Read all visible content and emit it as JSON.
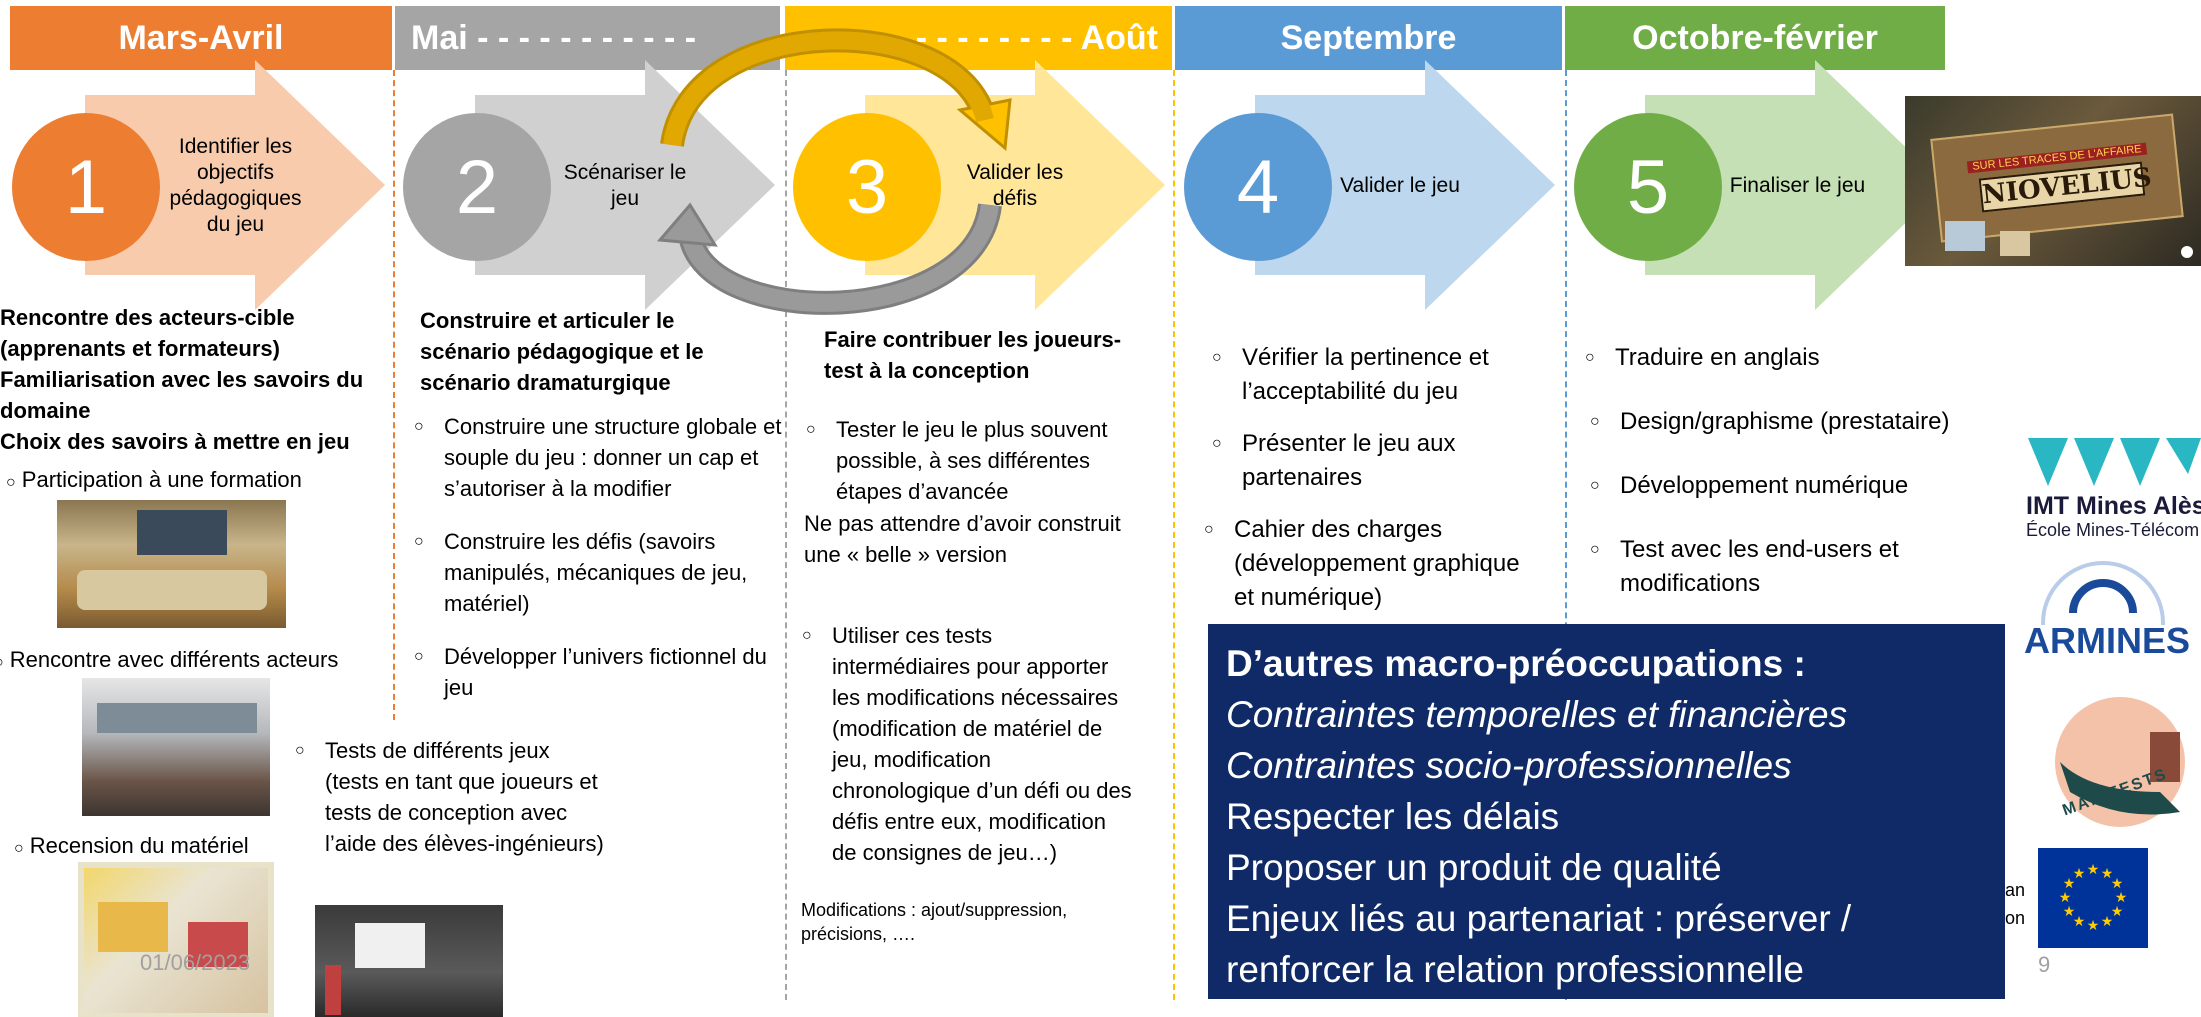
{
  "headers": [
    {
      "label": "Mars-Avril",
      "color": "#ed7d31"
    },
    {
      "label": "Mai - - - - - - - - - - -",
      "color": "#a5a5a5"
    },
    {
      "label": "- - - - - - - - - - - Août",
      "color": "#ffc000"
    },
    {
      "label": "Septembre",
      "color": "#5b9bd5"
    },
    {
      "label": "Octobre-février",
      "color": "#70ad47"
    }
  ],
  "steps": [
    {
      "number": "1",
      "label": "Identifier les objectifs pédagogiques du jeu"
    },
    {
      "number": "2",
      "label": "Scénariser le jeu"
    },
    {
      "number": "3",
      "label": "Valider les défis"
    },
    {
      "number": "4",
      "label": "Valider le jeu"
    },
    {
      "number": "5",
      "label": "Finaliser le jeu"
    }
  ],
  "col1": {
    "bold_lines": [
      "Rencontre des acteurs-cible",
      "(apprenants et formateurs)",
      "Familiarisation avec les savoirs du",
      "domaine",
      "Choix des savoirs à mettre en jeu"
    ],
    "items": [
      "Participation à une formation",
      "Rencontre avec différents acteurs",
      "Recension du matériel"
    ],
    "date_text": "01/06/2023"
  },
  "col2": {
    "bold_lines": [
      "Construire et articuler le",
      "scénario pédagogique et le",
      "scénario dramaturgique"
    ],
    "items": [
      "Construire une structure globale et souple du jeu : donner un cap et s’autoriser à la modifier",
      "Construire les défis (savoirs manipulés, mécaniques de jeu, matériel)",
      "Développer l’univers fictionnel du jeu"
    ],
    "extra_item": "Tests de différents jeux (tests en tant que joueurs et tests de conception avec l’aide des élèves-ingénieurs)"
  },
  "col3": {
    "bold_lines": [
      "Faire contribuer les joueurs-",
      "test à la conception"
    ],
    "item1": "Tester le jeu le plus souvent possible, à ses différentes étapes d’avancée",
    "plain": "Ne pas attendre d’avoir construit une « belle » version",
    "item2": "Utiliser ces tests intermédiaires pour apporter les modifications nécessaires (modification de matériel de jeu, modification chronologique d’un défi ou des défis entre eux, modification de consignes de jeu…)",
    "small": "Modifications : ajout/suppression, précisions, …."
  },
  "col4": {
    "items": [
      "Vérifier la pertinence et l’acceptabilité du jeu",
      "Présenter le jeu aux partenaires",
      "Cahier des charges (développement graphique et numérique)"
    ]
  },
  "col5": {
    "items": [
      "Traduire en anglais",
      "Design/graphisme (prestataire)",
      "Développement numérique",
      "Test avec les end-users et modifications"
    ]
  },
  "game_box": {
    "banner": "SUR LES TRACES DE L'AFFAIRE",
    "title": "NIOVELIUS"
  },
  "logos": {
    "imt_line1": "IMT Mines Alès",
    "imt_line2": "École Mines-Télécom",
    "armines": "ARMINES",
    "manifests": "MANIFESTS",
    "cut_text1": "an",
    "cut_text2": "on"
  },
  "macro": {
    "title": "D’autres macro-préoccupations :",
    "italic_lines": [
      "Contraintes temporelles et financières",
      "Contraintes socio-professionnelles"
    ],
    "lines": [
      "Respecter les délais",
      "Proposer un produit de qualité",
      "Enjeux liés au partenariat : préserver /",
      "renforcer la relation professionnelle"
    ]
  },
  "page_number": "9"
}
